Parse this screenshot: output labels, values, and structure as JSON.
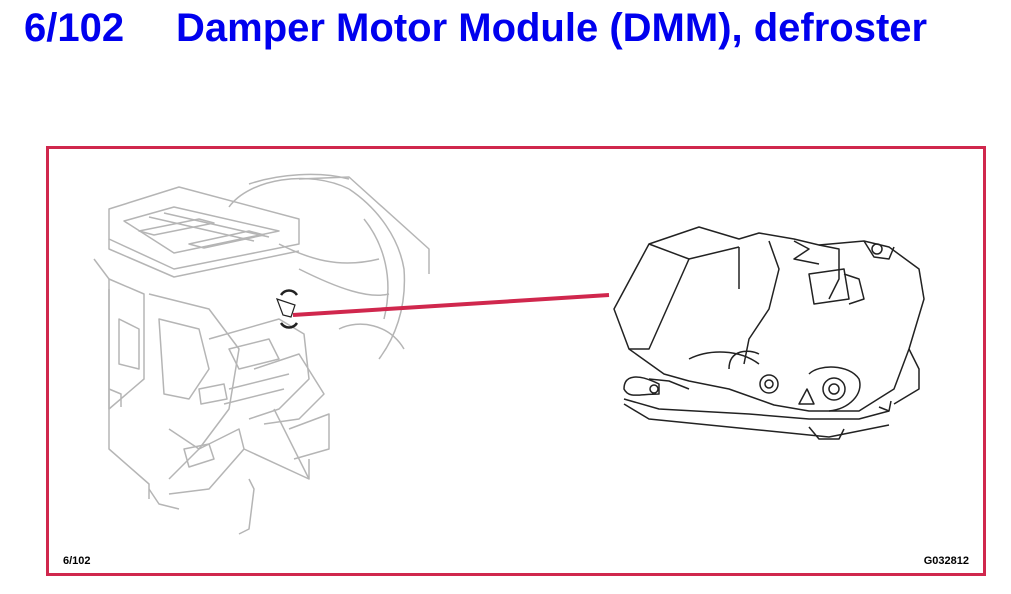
{
  "header": {
    "page_number": "6/102",
    "title": "Damper Motor Module (DMM), defroster"
  },
  "figure": {
    "caption_left": "6/102",
    "caption_right": "G032812"
  },
  "colors": {
    "title": "#0000ee",
    "frame": "#d0274d",
    "leader_line": "#d0274d",
    "line_art_light": "#b5b5b5",
    "line_art_dark": "#222222"
  }
}
